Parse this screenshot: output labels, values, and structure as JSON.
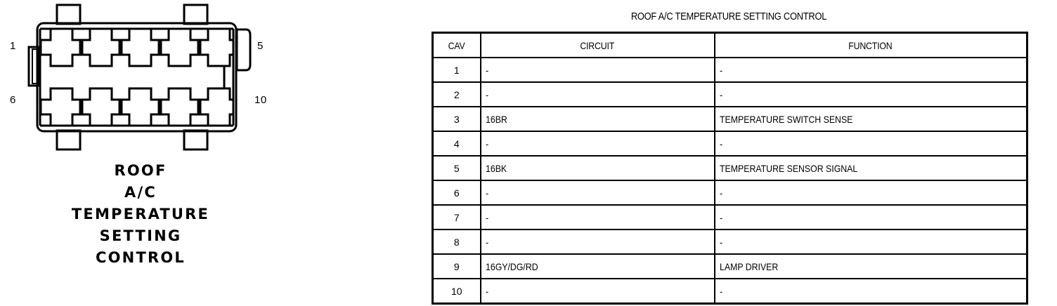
{
  "connector": {
    "caption_lines": [
      "ROOF",
      "A/C",
      "TEMPERATURE",
      "SETTING",
      "CONTROL"
    ],
    "pin_labels": {
      "top_left": "1",
      "bottom_left": "6",
      "top_right": "5",
      "bottom_right": "10"
    },
    "cavity_count": 10,
    "rows": 2,
    "columns": 5
  },
  "table": {
    "title": "ROOF A/C TEMPERATURE SETTING CONTROL",
    "columns": [
      "CAV",
      "CIRCUIT",
      "FUNCTION"
    ],
    "rows": [
      {
        "cav": "1",
        "circuit": "-",
        "function": "-"
      },
      {
        "cav": "2",
        "circuit": "-",
        "function": "-"
      },
      {
        "cav": "3",
        "circuit": "16BR",
        "function": "TEMPERATURE SWITCH SENSE"
      },
      {
        "cav": "4",
        "circuit": "-",
        "function": "-"
      },
      {
        "cav": "5",
        "circuit": "16BK",
        "function": "TEMPERATURE SENSOR SIGNAL"
      },
      {
        "cav": "6",
        "circuit": "-",
        "function": "-"
      },
      {
        "cav": "7",
        "circuit": "-",
        "function": "-"
      },
      {
        "cav": "8",
        "circuit": "-",
        "function": "-"
      },
      {
        "cav": "9",
        "circuit": "16GY/DG/RD",
        "function": "LAMP DRIVER"
      },
      {
        "cav": "10",
        "circuit": "-",
        "function": "-"
      }
    ]
  },
  "colors": {
    "ink": "#000000",
    "paper": "#ffffff"
  }
}
